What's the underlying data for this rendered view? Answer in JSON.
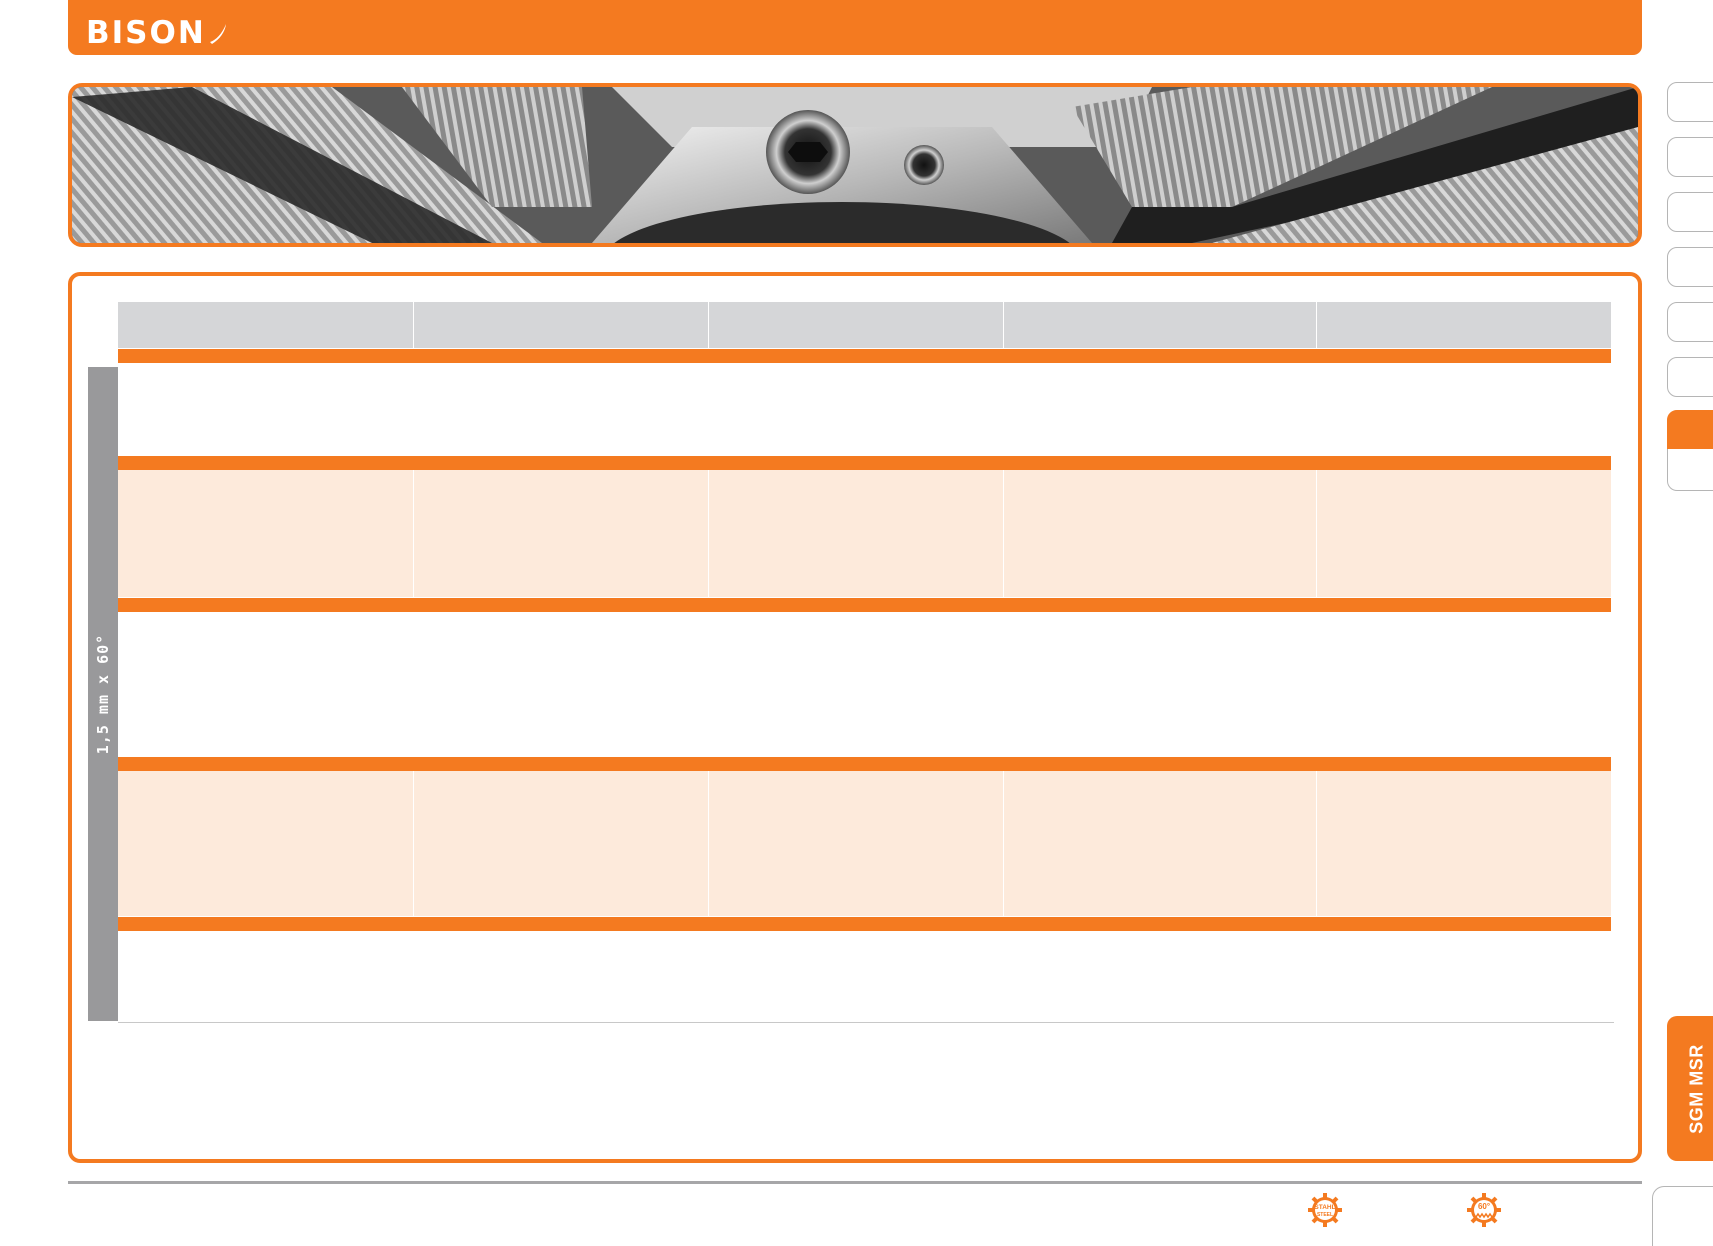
{
  "brand": {
    "logo_text": "BISON"
  },
  "side_label": "1,5 mm x 60°",
  "side_tab": "SGM MSR",
  "badges": {
    "steel": {
      "line1": "STAHL",
      "line2": "STEEL",
      "icon": "gear-badge-icon",
      "color": "#f47a20"
    },
    "angle": {
      "text": "60°",
      "icon": "gear-badge-icon",
      "color": "#f47a20"
    }
  },
  "colors": {
    "accent": "#f47a20",
    "header_gray": "#d5d6d8",
    "row_tint": "#fdeadb",
    "side_gray": "#99999b"
  }
}
